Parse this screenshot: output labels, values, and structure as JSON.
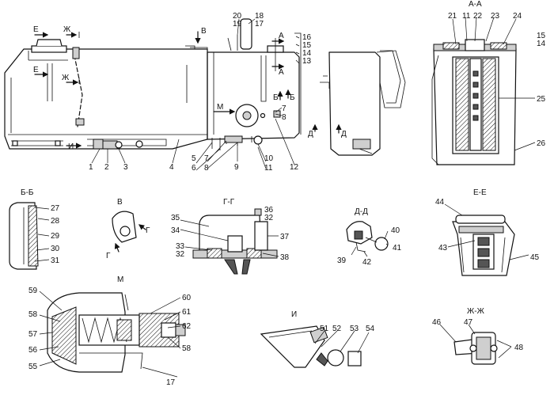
{
  "callouts": {
    "n1": "1",
    "n2": "2",
    "n3": "3",
    "n4": "4",
    "n5": "5",
    "n6": "6",
    "n7": "7",
    "n7b": "7",
    "n8": "8",
    "n8b": "8",
    "n9": "9",
    "n10": "10",
    "n11": "11",
    "n12": "12",
    "n13": "13",
    "n14": "14",
    "n15": "15",
    "n16": "16",
    "n17": "17",
    "n18": "18",
    "n19": "19",
    "n20": "20",
    "n21": "21",
    "n11b": "11",
    "n22": "22",
    "n23": "23",
    "n24": "24",
    "n15b": "15",
    "n14b": "14",
    "n25": "25",
    "n26": "26",
    "n27": "27",
    "n28": "28",
    "n29": "29",
    "n30": "30",
    "n31": "31",
    "n35": "35",
    "n34": "34",
    "n33": "33",
    "n32": "32",
    "n36": "36",
    "n32b": "32",
    "n37": "37",
    "n38": "38",
    "n40": "40",
    "n39": "39",
    "n42": "42",
    "n41": "41",
    "n44": "44",
    "n43": "43",
    "n45": "45",
    "n59": "59",
    "n58": "58",
    "n57": "57",
    "n56": "56",
    "n55": "55",
    "n60": "60",
    "n61": "61",
    "n62": "62",
    "n58b": "58",
    "n17b": "17",
    "n51": "51",
    "n52": "52",
    "n53": "53",
    "n54": "54",
    "n46": "46",
    "n47": "47",
    "n48": "48"
  },
  "section_marks": {
    "E1": "Е",
    "E2": "Е",
    "Zh1": "Ж",
    "Zh2": "Ж",
    "I": "И",
    "V": "В",
    "A1": "А",
    "A2": "А",
    "B1": "Б",
    "B2": "Б",
    "M": "М",
    "D1": "Д",
    "D2": "Д",
    "G1": "Г",
    "G2": "Г"
  },
  "view_titles": {
    "AA": "А-А",
    "BB": "Б-Б",
    "V": "В",
    "GG": "Г-Г",
    "DD": "Д-Д",
    "EE": "Е-Е",
    "M": "М",
    "I": "И",
    "ZhZh": "Ж-Ж"
  }
}
